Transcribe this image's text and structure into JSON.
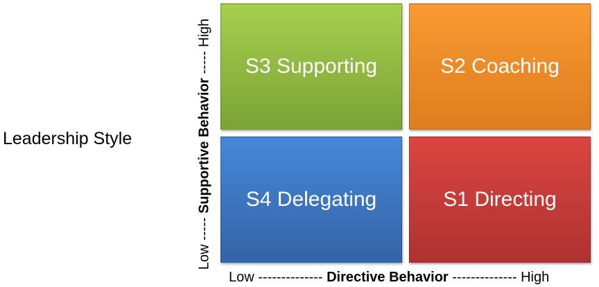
{
  "title": "Leadership Style",
  "quadrants": [
    {
      "label": "S3 Supporting",
      "color_top": "#a6cf4f",
      "color_bottom": "#7ba335"
    },
    {
      "label": "S2 Coaching",
      "color_top": "#fa9a32",
      "color_bottom": "#dd7d1e"
    },
    {
      "label": "S4 Delegating",
      "color_top": "#4688d8",
      "color_bottom": "#3463a6"
    },
    {
      "label": "S1 Directing",
      "color_top": "#dc4541",
      "color_bottom": "#ad3230"
    }
  ],
  "y_axis": {
    "low": "Low -----",
    "label": "Supportive Behavior",
    "high": "----- High"
  },
  "x_axis": {
    "low": "Low --------------",
    "label": "Directive Behavior",
    "high": "-------------- High"
  }
}
